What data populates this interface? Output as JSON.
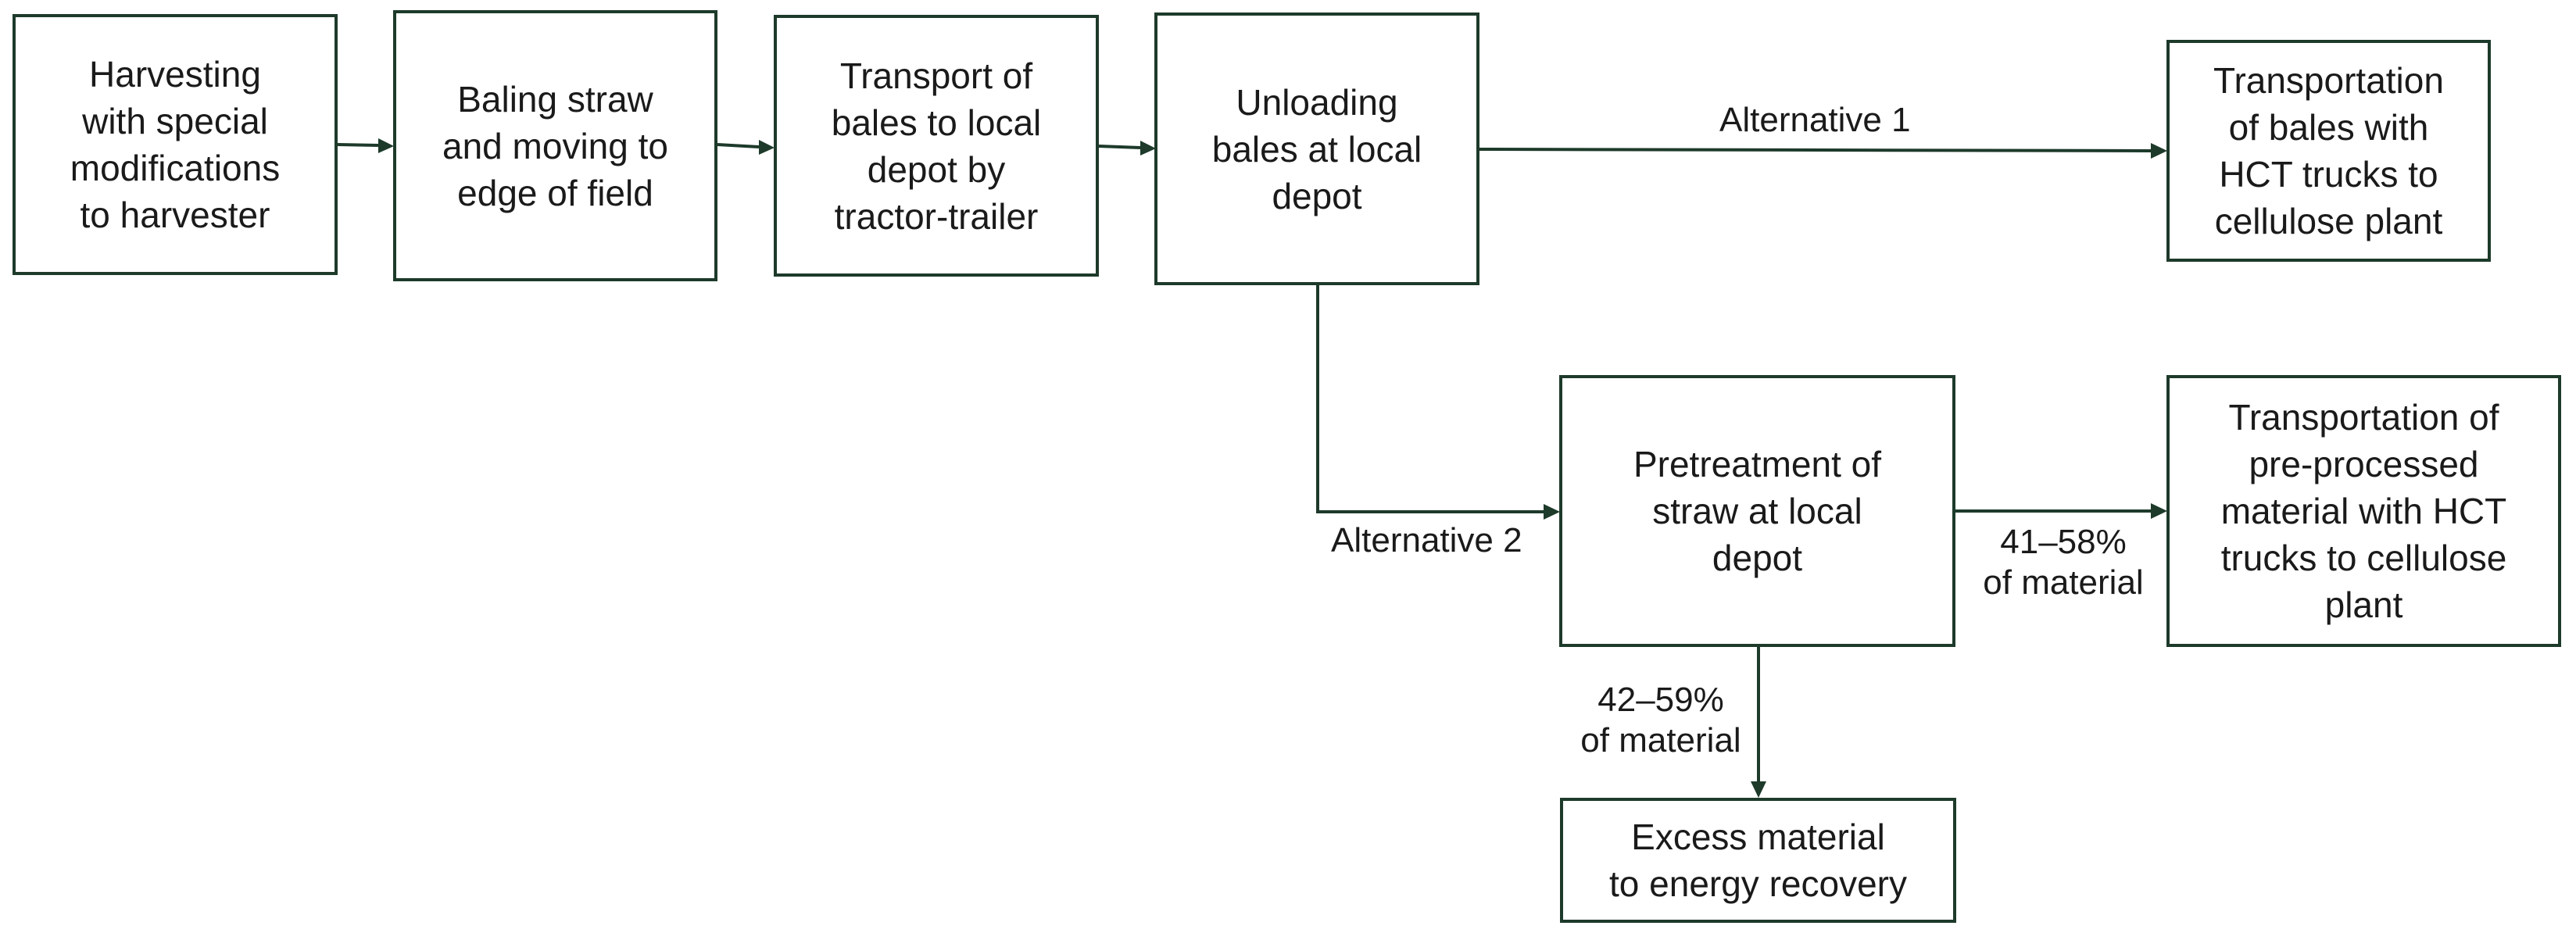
{
  "colors": {
    "line": "#1d3a2a",
    "text": "#1a1a1a",
    "background": "#ffffff"
  },
  "boxes": {
    "harvesting": "Harvesting\nwith special\nmodifications\nto harvester",
    "baling": "Baling straw\nand moving to\nedge of field",
    "transport_depot": "Transport of\nbales to local\ndepot by\ntractor-trailer",
    "unloading": "Unloading\nbales at local\ndepot",
    "transport_bales": "Transportation\nof bales with\nHCT trucks to\ncellulose plant",
    "pretreatment": "Pretreatment of\nstraw at local\ndepot",
    "transport_processed": "Transportation of\npre-processed\nmaterial with HCT\ntrucks to cellulose\nplant",
    "excess": "Excess material\nto energy recovery"
  },
  "labels": {
    "alternative_1": "Alternative 1",
    "alternative_2": "Alternative 2",
    "share_to_plant": "41–58%\nof material",
    "share_to_energy": "42–59%\nof material"
  }
}
